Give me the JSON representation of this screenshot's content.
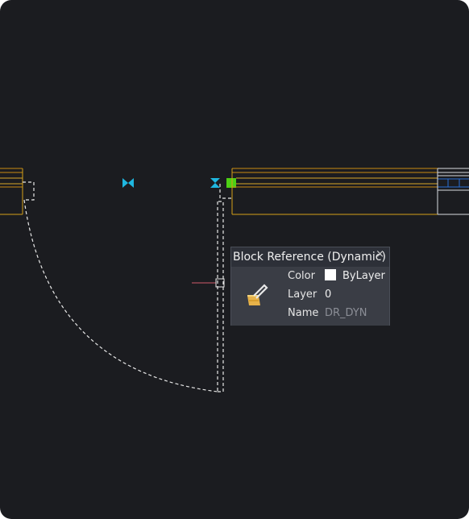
{
  "colors": {
    "background": "#1b1c20",
    "wall_outline": "#d4a017",
    "wall_inner": "#c9a227",
    "door_dashed": "#e8e8e8",
    "grip_cyan": "#1fb7e0",
    "grip_green": "#4dd014",
    "window_white": "#d9dbe0",
    "window_blue": "#2a6fd6",
    "crosshair_red": "#d05a6a"
  },
  "icons": {
    "flip_grip_left": "flip-grip-icon",
    "flip_grip_right": "flip-grip-icon",
    "insertion_grip": "square-grip-icon",
    "tooltip_icon": "paintbrush-icon"
  },
  "tooltip": {
    "title": "Block Reference (Dynamic)",
    "close": "×",
    "rows": [
      {
        "label": "Color",
        "value": "ByLayer",
        "swatch": "#ffffff"
      },
      {
        "label": "Layer",
        "value": "0"
      },
      {
        "label": "Name",
        "value": "DR_DYN"
      }
    ]
  }
}
